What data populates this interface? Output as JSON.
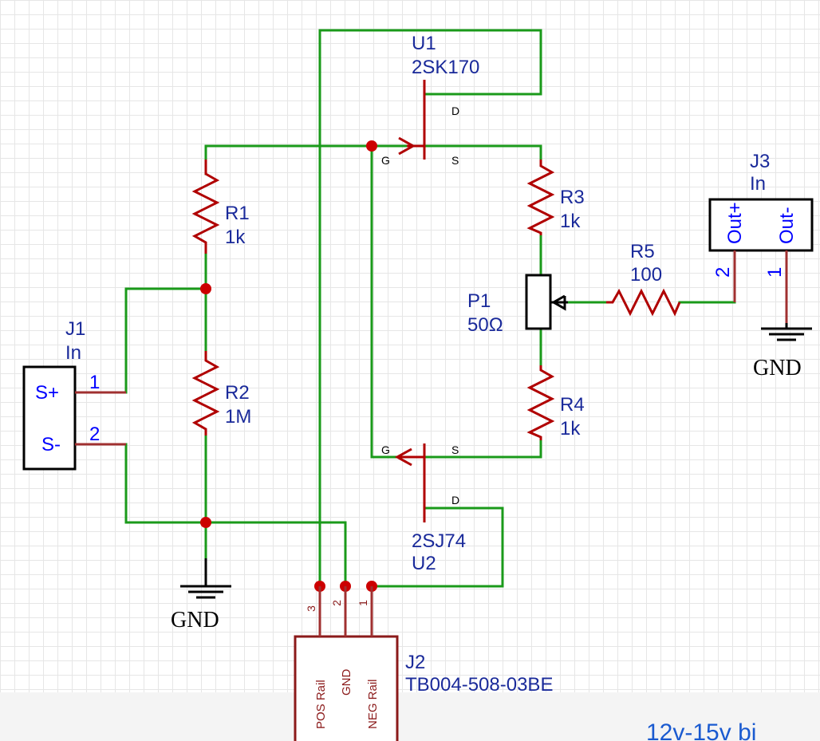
{
  "components": {
    "U1": {
      "ref": "U1",
      "value": "2SK170",
      "pins": {
        "D": "D",
        "G": "G",
        "S": "S"
      }
    },
    "U2": {
      "ref": "U2",
      "value": "2SJ74",
      "pins": {
        "D": "D",
        "G": "G",
        "S": "S"
      }
    },
    "R1": {
      "ref": "R1",
      "value": "1k"
    },
    "R2": {
      "ref": "R2",
      "value": "1M"
    },
    "R3": {
      "ref": "R3",
      "value": "1k"
    },
    "R4": {
      "ref": "R4",
      "value": "1k"
    },
    "R5": {
      "ref": "R5",
      "value": "100"
    },
    "P1": {
      "ref": "P1",
      "value": "50Ω"
    },
    "J1": {
      "ref": "J1",
      "value": "In",
      "pin1_name": "S+",
      "pin2_name": "S-",
      "pin1_num": "1",
      "pin2_num": "2"
    },
    "J2": {
      "ref": "J2",
      "value": "TB004-508-03BE",
      "pin1_name": "NEG Rail",
      "pin2_name": "GND",
      "pin3_name": "POS Rail",
      "pin1_num": "1",
      "pin2_num": "2",
      "pin3_num": "3"
    },
    "J3": {
      "ref": "J3",
      "value": "In",
      "pin1_name": "Out-",
      "pin2_name": "Out+",
      "pin1_num": "1",
      "pin2_num": "2"
    }
  },
  "gnd_symbols": {
    "left": "GND",
    "right": "GND"
  },
  "footer_text": "12v-15v bi"
}
